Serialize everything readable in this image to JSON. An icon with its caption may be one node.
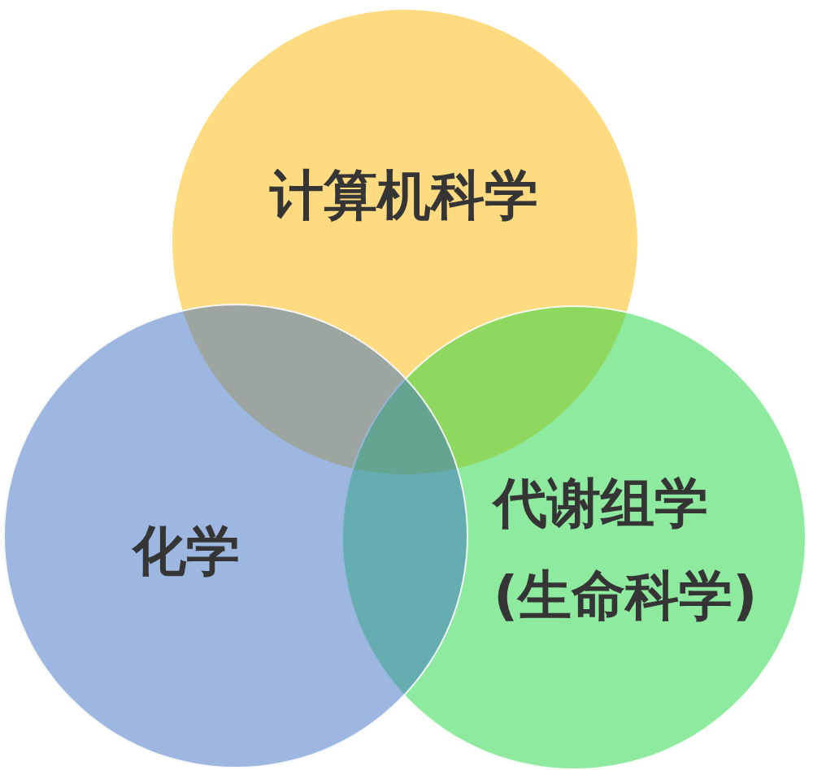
{
  "diagram": {
    "nodes": [
      {
        "text": [
          "计算机科学"
        ]
      },
      {
        "text": [
          "化学"
        ]
      },
      {
        "text": [
          "代谢组学(生命科学)"
        ]
      }
    ]
  }
}
